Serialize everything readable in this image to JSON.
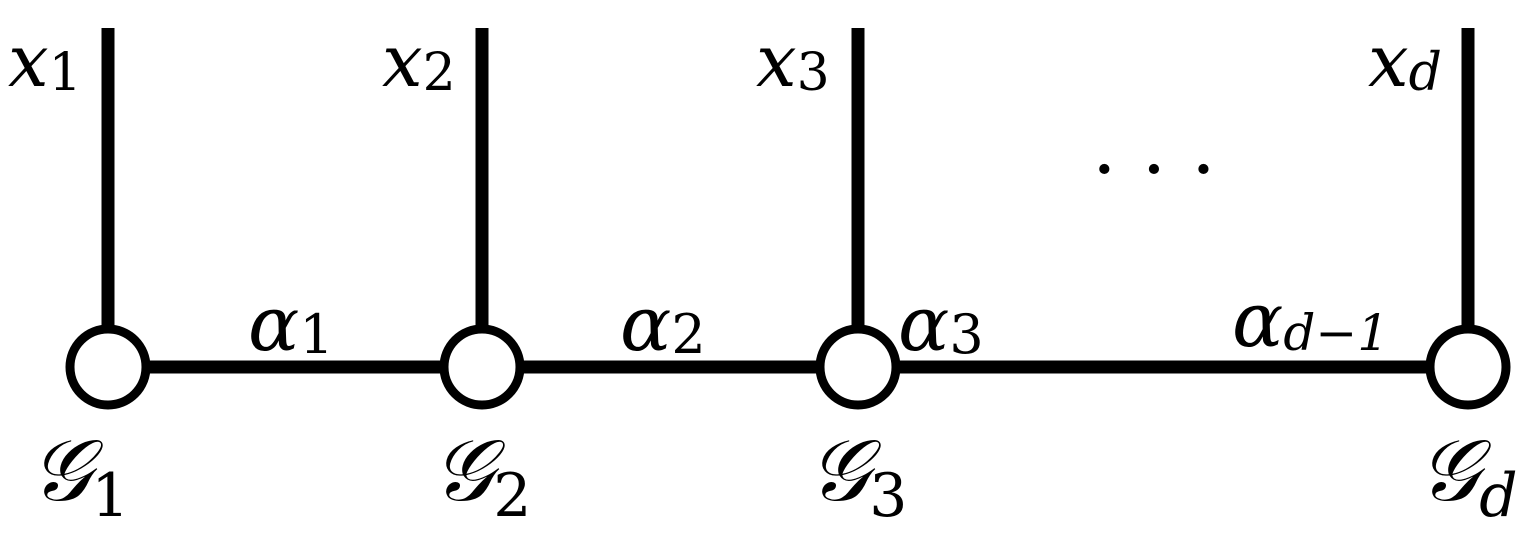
{
  "diagram": {
    "colors": {
      "stroke": "#000000",
      "node_fill": "#ffffff",
      "background": "#ffffff"
    },
    "input_labels": [
      {
        "base": "x",
        "sub": "1"
      },
      {
        "base": "x",
        "sub": "2"
      },
      {
        "base": "x",
        "sub": "3"
      },
      {
        "base": "x",
        "sub": "d"
      }
    ],
    "bond_labels": [
      {
        "base": "α",
        "sub": "1"
      },
      {
        "base": "α",
        "sub": "2"
      },
      {
        "base": "α",
        "sub": "3"
      },
      {
        "base": "α",
        "sub": "d−1"
      }
    ],
    "core_labels": [
      {
        "base": "𝒢",
        "sub": "1"
      },
      {
        "base": "𝒢",
        "sub": "2"
      },
      {
        "base": "𝒢",
        "sub": "3"
      },
      {
        "base": "𝒢",
        "sub": "d"
      }
    ],
    "ellipsis": "· · ·"
  }
}
